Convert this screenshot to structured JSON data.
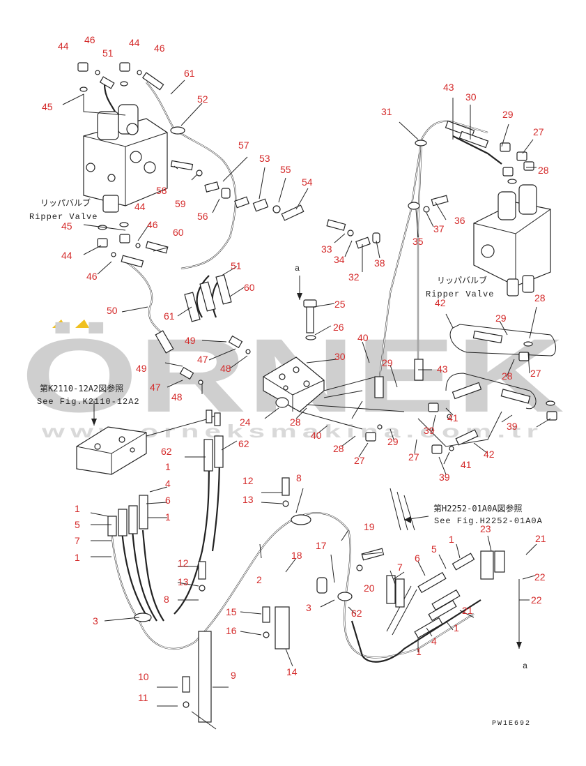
{
  "labels": {
    "ripper_valve_jp_left": "リッパバルブ",
    "ripper_valve_en_left": "Ripper Valve",
    "ripper_valve_jp_right": "リッパバルブ",
    "ripper_valve_en_right": "Ripper Valve",
    "ref_k2110_jp": "第K2110-12A2図参照",
    "ref_k2110_en": "See Fig.K2110-12A2",
    "ref_h2252_jp": "第H2252-01A0A図参照",
    "ref_h2252_en": "See Fig.H2252-01A0A",
    "arrow_a_top": "a",
    "arrow_a_bottom": "a",
    "drawing_code": "PW1E692",
    "watermark_logo": "ÖRNEK",
    "watermark_url": "www.orneksmakina.com.tr"
  },
  "colors": {
    "callout": "#d42a2a",
    "ink": "#222222",
    "watermark": "#cfcfcf",
    "watermark_accent": "#f0c020"
  },
  "callouts": [
    {
      "id": "c44a",
      "text": "44"
    },
    {
      "id": "c46a",
      "text": "46"
    },
    {
      "id": "c51a",
      "text": "51"
    },
    {
      "id": "c44b",
      "text": "44"
    },
    {
      "id": "c46b",
      "text": "46"
    },
    {
      "id": "c61a",
      "text": "61"
    },
    {
      "id": "c45a",
      "text": "45"
    },
    {
      "id": "c52",
      "text": "52"
    },
    {
      "id": "c57",
      "text": "57"
    },
    {
      "id": "c53",
      "text": "53"
    },
    {
      "id": "c55",
      "text": "55"
    },
    {
      "id": "c54",
      "text": "54"
    },
    {
      "id": "c58",
      "text": "58"
    },
    {
      "id": "c59",
      "text": "59"
    },
    {
      "id": "c56",
      "text": "56"
    },
    {
      "id": "c44c",
      "text": "44"
    },
    {
      "id": "c45b",
      "text": "45"
    },
    {
      "id": "c46c",
      "text": "46"
    },
    {
      "id": "c60a",
      "text": "60"
    },
    {
      "id": "c44d",
      "text": "44"
    },
    {
      "id": "c46d",
      "text": "46"
    },
    {
      "id": "c51b",
      "text": "51"
    },
    {
      "id": "c60b",
      "text": "60"
    },
    {
      "id": "c50",
      "text": "50"
    },
    {
      "id": "c61b",
      "text": "61"
    },
    {
      "id": "c49a",
      "text": "49"
    },
    {
      "id": "c47a",
      "text": "47"
    },
    {
      "id": "c48a",
      "text": "48"
    },
    {
      "id": "c49b",
      "text": "49"
    },
    {
      "id": "c47b",
      "text": "47"
    },
    {
      "id": "c48b",
      "text": "48"
    },
    {
      "id": "c31",
      "text": "31"
    },
    {
      "id": "c43a",
      "text": "43"
    },
    {
      "id": "c30a",
      "text": "30"
    },
    {
      "id": "c29a",
      "text": "29"
    },
    {
      "id": "c27a",
      "text": "27"
    },
    {
      "id": "c28a",
      "text": "28"
    },
    {
      "id": "c36",
      "text": "36"
    },
    {
      "id": "c37",
      "text": "37"
    },
    {
      "id": "c35",
      "text": "35"
    },
    {
      "id": "c33",
      "text": "33"
    },
    {
      "id": "c34",
      "text": "34"
    },
    {
      "id": "c32",
      "text": "32"
    },
    {
      "id": "c38",
      "text": "38"
    },
    {
      "id": "c25",
      "text": "25"
    },
    {
      "id": "c26",
      "text": "26"
    },
    {
      "id": "c42a",
      "text": "42"
    },
    {
      "id": "c28b",
      "text": "28"
    },
    {
      "id": "c29b",
      "text": "29"
    },
    {
      "id": "c40a",
      "text": "40"
    },
    {
      "id": "c30b",
      "text": "30"
    },
    {
      "id": "c29c",
      "text": "29"
    },
    {
      "id": "c43b",
      "text": "43"
    },
    {
      "id": "c28c",
      "text": "28"
    },
    {
      "id": "c27b",
      "text": "27"
    },
    {
      "id": "c24",
      "text": "24"
    },
    {
      "id": "c28d",
      "text": "28"
    },
    {
      "id": "c40b",
      "text": "40"
    },
    {
      "id": "c39a",
      "text": "39"
    },
    {
      "id": "c41a",
      "text": "41"
    },
    {
      "id": "c28e",
      "text": "28"
    },
    {
      "id": "c29d",
      "text": "29"
    },
    {
      "id": "c27c",
      "text": "27"
    },
    {
      "id": "c27d",
      "text": "27"
    },
    {
      "id": "c41b",
      "text": "41"
    },
    {
      "id": "c42b",
      "text": "42"
    },
    {
      "id": "c39b",
      "text": "39"
    },
    {
      "id": "c62a",
      "text": "62"
    },
    {
      "id": "c62b",
      "text": "62"
    },
    {
      "id": "c1a",
      "text": "1"
    },
    {
      "id": "c4a",
      "text": "4"
    },
    {
      "id": "c6a",
      "text": "6"
    },
    {
      "id": "c1b",
      "text": "1"
    },
    {
      "id": "c1c",
      "text": "1"
    },
    {
      "id": "c5a",
      "text": "5"
    },
    {
      "id": "c7a",
      "text": "7"
    },
    {
      "id": "c1d",
      "text": "1"
    },
    {
      "id": "c12a",
      "text": "12"
    },
    {
      "id": "c8a",
      "text": "8"
    },
    {
      "id": "c13a",
      "text": "13"
    },
    {
      "id": "c19",
      "text": "19"
    },
    {
      "id": "c23",
      "text": "23"
    },
    {
      "id": "c21a",
      "text": "21"
    },
    {
      "id": "c1e",
      "text": "1"
    },
    {
      "id": "c5b",
      "text": "5"
    },
    {
      "id": "c18",
      "text": "18"
    },
    {
      "id": "c17",
      "text": "17"
    },
    {
      "id": "c6b",
      "text": "6"
    },
    {
      "id": "c7b",
      "text": "7"
    },
    {
      "id": "c22a",
      "text": "22"
    },
    {
      "id": "c22b",
      "text": "22"
    },
    {
      "id": "c12b",
      "text": "12"
    },
    {
      "id": "c2",
      "text": "2"
    },
    {
      "id": "c20",
      "text": "20"
    },
    {
      "id": "c13b",
      "text": "13"
    },
    {
      "id": "c8b",
      "text": "8"
    },
    {
      "id": "c3a",
      "text": "3"
    },
    {
      "id": "c15",
      "text": "15"
    },
    {
      "id": "c3b",
      "text": "3"
    },
    {
      "id": "c62c",
      "text": "62"
    },
    {
      "id": "c21b",
      "text": "21"
    },
    {
      "id": "c1f",
      "text": "1"
    },
    {
      "id": "c16",
      "text": "16"
    },
    {
      "id": "c4b",
      "text": "4"
    },
    {
      "id": "c1g",
      "text": "1"
    },
    {
      "id": "c14",
      "text": "14"
    },
    {
      "id": "c9",
      "text": "9"
    },
    {
      "id": "c10",
      "text": "10"
    },
    {
      "id": "c11",
      "text": "11"
    }
  ]
}
